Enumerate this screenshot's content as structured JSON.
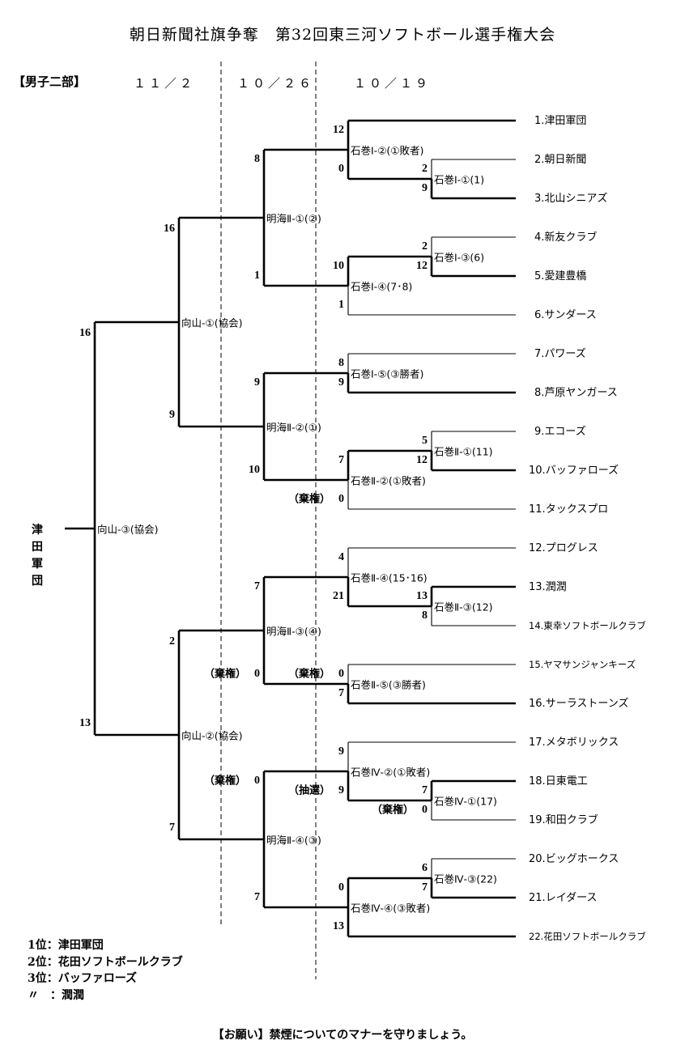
{
  "title": "朝日新聞社旗争奪　第32回東三河ソフトボール選手権大会",
  "division": "【男子二部】",
  "dates": [
    "１１／２",
    "１０／２６",
    "１０／１９"
  ],
  "teams": [
    {
      "num": "1.",
      "name": "津田軍団"
    },
    {
      "num": "2.",
      "name": "朝日新聞"
    },
    {
      "num": "3.",
      "name": "北山シニアズ"
    },
    {
      "num": "4.",
      "name": "新友クラブ"
    },
    {
      "num": "5.",
      "name": "愛建豊橋"
    },
    {
      "num": "6.",
      "name": "サンダース"
    },
    {
      "num": "7.",
      "name": "パワーズ"
    },
    {
      "num": "8.",
      "name": "芦原ヤンガース"
    },
    {
      "num": "9.",
      "name": "エコーズ"
    },
    {
      "num": "10.",
      "name": "バッファローズ"
    },
    {
      "num": "11.",
      "name": "タックスプロ"
    },
    {
      "num": "12.",
      "name": "プログレス"
    },
    {
      "num": "13.",
      "name": "潤潤"
    },
    {
      "num": "14.",
      "name": "東幸ソフトボールクラブ"
    },
    {
      "num": "15.",
      "name": "ヤマサンジャンキーズ"
    },
    {
      "num": "16.",
      "name": "サーラストーンズ"
    },
    {
      "num": "17.",
      "name": "メタボリックス"
    },
    {
      "num": "18.",
      "name": "日東電工"
    },
    {
      "num": "19.",
      "name": "和田クラブ"
    },
    {
      "num": "20.",
      "name": "ビッグホークス"
    },
    {
      "num": "21.",
      "name": "レイダース"
    },
    {
      "num": "22.",
      "name": "花田ソフトボールクラブ"
    }
  ],
  "matches": {
    "a": {
      "label": "石巻Ⅰ-①(1)",
      "top": {
        "score": "2"
      },
      "bottom": {
        "score": "9"
      },
      "winner": "bottom"
    },
    "b": {
      "label": "石巻Ⅰ-③(6)",
      "top": {
        "score": "2"
      },
      "bottom": {
        "score": "12"
      },
      "winner": "bottom"
    },
    "c": {
      "label": "石巻Ⅱ-①(11)",
      "top": {
        "score": "5"
      },
      "bottom": {
        "score": "12"
      },
      "winner": "bottom"
    },
    "d": {
      "label": "石巻Ⅱ-③(12)",
      "top": {
        "score": "13"
      },
      "bottom": {
        "score": "8"
      },
      "winner": "top"
    },
    "e": {
      "label": "石巻Ⅳ-①(17)",
      "top": {
        "score": "7"
      },
      "bottom": {
        "score": "0",
        "note": "（棄権）"
      },
      "winner": "top"
    },
    "f": {
      "label": "石巻Ⅳ-③(22)",
      "top": {
        "score": "6"
      },
      "bottom": {
        "score": "7"
      },
      "winner": "bottom"
    },
    "g": {
      "label": "石巻Ⅰ-②(①敗者)",
      "top": {
        "score": "12"
      },
      "bottom": {
        "score": "0"
      },
      "winner": "top"
    },
    "h": {
      "label": "石巻Ⅰ-④(7･8)",
      "top": {
        "score": "10"
      },
      "bottom": {
        "score": "1"
      },
      "winner": "top"
    },
    "i": {
      "label": "石巻Ⅰ-⑤(③勝者)",
      "top": {
        "score": "8"
      },
      "bottom": {
        "score": "9"
      },
      "winner": "bottom"
    },
    "j": {
      "label": "石巻Ⅱ-②(①敗者)",
      "top": {
        "score": "7"
      },
      "bottom": {
        "score": "0",
        "note": "（棄権）"
      },
      "winner": "top"
    },
    "k": {
      "label": "石巻Ⅱ-④(15･16)",
      "top": {
        "score": "4"
      },
      "bottom": {
        "score": "21"
      },
      "winner": "bottom"
    },
    "l": {
      "label": "石巻Ⅱ-⑤(③勝者)",
      "top": {
        "score": "0",
        "note": "（棄権）"
      },
      "bottom": {
        "score": "7"
      },
      "winner": "bottom"
    },
    "m": {
      "label": "石巻Ⅳ-②(①敗者)",
      "top": {
        "score": "9"
      },
      "bottom": {
        "score": "9",
        "note": "（抽選）"
      },
      "winner": "bottom"
    },
    "n": {
      "label": "石巻Ⅳ-④(③敗者)",
      "top": {
        "score": "0"
      },
      "bottom": {
        "score": "13"
      },
      "winner": "bottom"
    },
    "o": {
      "label": "明海Ⅱ-①(②)",
      "top": {
        "score": "8"
      },
      "bottom": {
        "score": "1"
      },
      "winner": "top"
    },
    "p": {
      "label": "明海Ⅱ-②(①)",
      "top": {
        "score": "9"
      },
      "bottom": {
        "score": "10"
      },
      "winner": "bottom"
    },
    "q": {
      "label": "明海Ⅱ-③(④)",
      "top": {
        "score": "7"
      },
      "bottom": {
        "score": "0",
        "note": "（棄権）"
      },
      "winner": "top"
    },
    "r": {
      "label": "明海Ⅱ-④(③)",
      "top": {
        "score": "0",
        "note": "（棄権）"
      },
      "bottom": {
        "score": "7"
      },
      "winner": "bottom"
    },
    "s": {
      "label": "向山-①(協会)",
      "top": {
        "score": "16"
      },
      "bottom": {
        "score": "9"
      },
      "winner": "top"
    },
    "t": {
      "label": "向山-②(協会)",
      "top": {
        "score": "2"
      },
      "bottom": {
        "score": "7"
      },
      "winner": "bottom"
    },
    "u": {
      "label": "向山-③(協会)",
      "top": {
        "score": "16"
      },
      "bottom": {
        "score": "13"
      },
      "winner": "top"
    }
  },
  "champion": "津田軍団",
  "ranks": [
    "1位：津田軍団",
    "2位：花田ソフトボールクラブ",
    "3位：バッファローズ",
    "〃　：潤潤"
  ],
  "notice": "【お願い】禁煙についてのマナーを守りましょう。"
}
